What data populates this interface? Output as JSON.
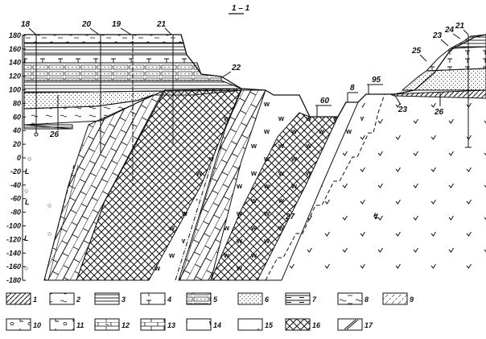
{
  "title": "1 – 1",
  "y_axis": {
    "ticks": [
      "180",
      "160",
      "140",
      "120",
      "100",
      "80",
      "60",
      "40",
      "20",
      "0",
      "-20",
      "-40",
      "-60",
      "-80",
      "-100",
      "-120",
      "-140",
      "-160",
      "-180"
    ]
  },
  "callouts": {
    "c18": "18",
    "c20": "20",
    "c19": "19",
    "c21a": "21",
    "c22": "22",
    "c26a": "26",
    "c60": "60",
    "c8": "8",
    "c95": "95",
    "c23a": "23",
    "c26b": "26",
    "c25": "25",
    "c23b": "23",
    "c24": "24",
    "c21b": "21",
    "c27": "27"
  },
  "legend": [
    "1",
    "2",
    "3",
    "4",
    "5",
    "6",
    "7",
    "8",
    "9",
    "10",
    "11",
    "12",
    "13",
    "14",
    "15",
    "16",
    "17"
  ],
  "colors": {
    "ink": "#111111",
    "paper": "#ffffff"
  }
}
